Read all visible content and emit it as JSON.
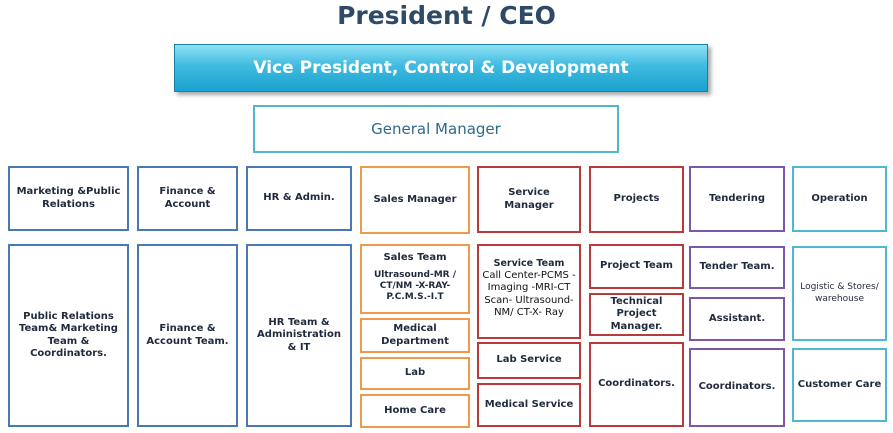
{
  "title": "President / CEO",
  "vp": "Vice President, Control & Development",
  "gm": "General Manager",
  "headers": {
    "marketing": "Marketing &Public Relations",
    "finance": "Finance & Account",
    "hr": "HR & Admin.",
    "sales": "Sales Manager",
    "service": "Service Manager",
    "projects": "Projects",
    "tendering": "Tendering",
    "operation": "Operation"
  },
  "teams": {
    "marketing": "Public Relations Team& Marketing Team & Coordinators.",
    "finance": "Finance & Account Team.",
    "hr": "HR Team & Administration & IT",
    "sales_title": "Sales Team",
    "sales_body": "Ultrasound-MR / CT/NM -X-RAY- P.C.M.S.-I.T",
    "medical_department": "Medical Department",
    "lab": "Lab",
    "home_care": "Home Care",
    "service_title": "Service Team",
    "service_body": "Call Center-PCMS - Imaging -MRI-CT Scan- Ultrasound-NM/ CT-X- Ray",
    "lab_service": "Lab Service",
    "medical_service": "Medical Service",
    "project_team": "Project Team",
    "technical_pm": "Technical Project Manager.",
    "proj_coordinators": "Coordinators.",
    "tender_team": "Tender Team.",
    "assistant": "Assistant.",
    "tender_coordinators": "Coordinators.",
    "logistic": "Logistic & Stores/ warehouse",
    "customer_care": "Customer Care"
  },
  "colors": {
    "blue": "#4a78b5",
    "orange": "#ef9a4a",
    "red": "#b83a3a",
    "purple": "#7e57a6",
    "teal": "#4fb7cf",
    "vp_fill": "#1aa2cf"
  }
}
